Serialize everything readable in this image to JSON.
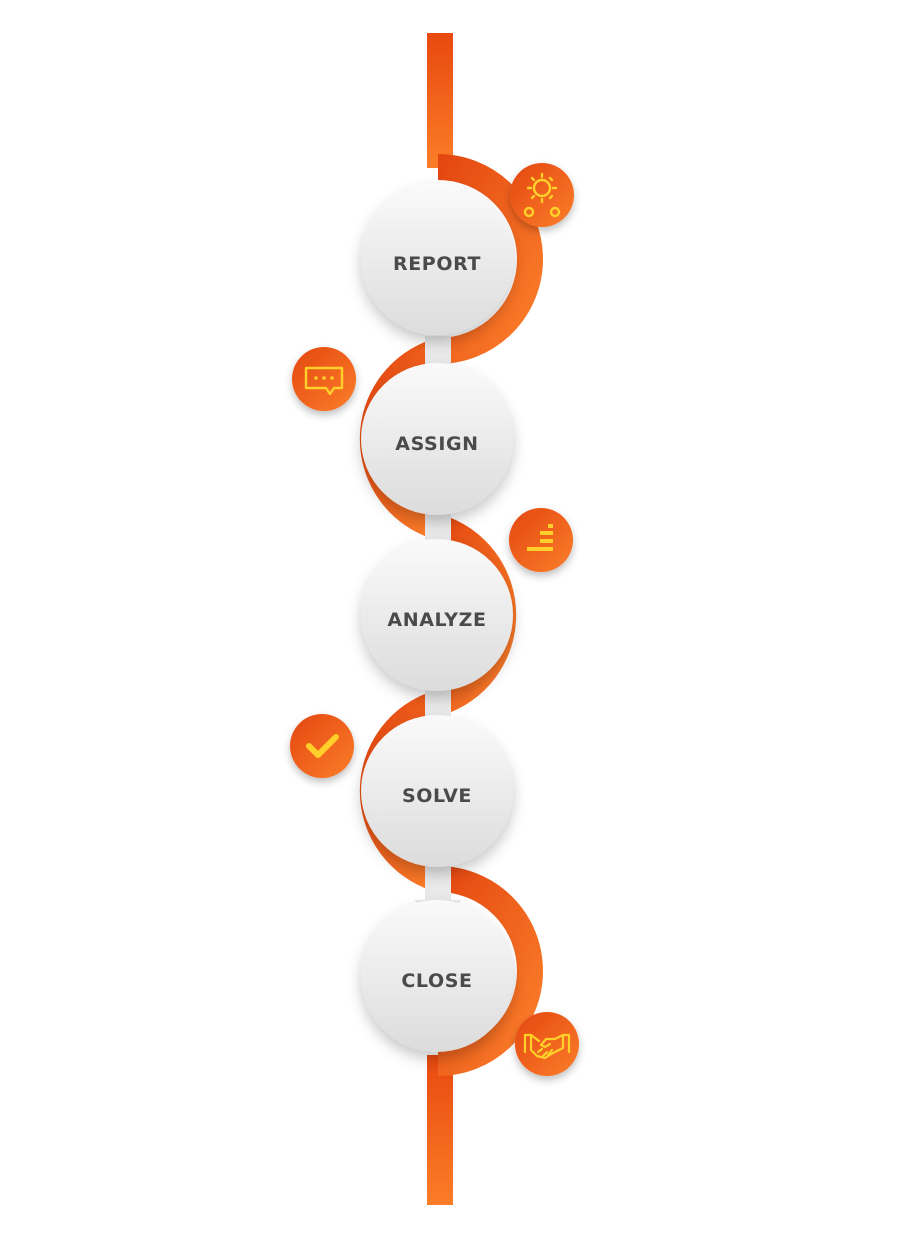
{
  "diagram": {
    "steps": [
      {
        "label": "REPORT",
        "icon": "gears-icon"
      },
      {
        "label": "ASSIGN",
        "icon": "chat-bubble-icon"
      },
      {
        "label": "ANALYZE",
        "icon": "bars-icon"
      },
      {
        "label": "SOLVE",
        "icon": "checkmark-icon"
      },
      {
        "label": "CLOSE",
        "icon": "handshake-icon"
      }
    ],
    "colors": {
      "accent_dark": "#e8490f",
      "accent_light": "#fb7d28",
      "circle_fill": "#eeeeee",
      "icon_stroke": "#ffd02a",
      "label": "#4a4a4a"
    }
  }
}
